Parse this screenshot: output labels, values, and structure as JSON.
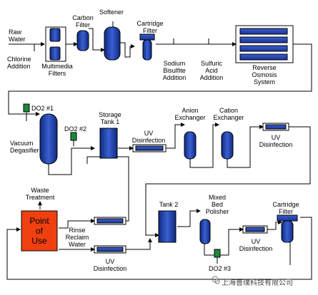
{
  "labels": {
    "raw_water": "Raw\nWater",
    "chlorine_addition": "Chlorine\nAddition",
    "multimedia_filters": "Multimedia\nFilters",
    "carbon_filter": "Carbon\nFilter",
    "softener": "Softener",
    "cartridge_filter_top": "Cartridge\nFilter",
    "sodium_bisulfite": "Sodium\nBisulfite\nAddition",
    "sulfuric_acid": "Sulfuric\nAcid\nAddition",
    "reverse_osmosis": "Reverse\nOsmosis\nSystem",
    "do2_1": "DO2 #1",
    "do2_2": "DO2 #2",
    "vacuum_degasifier": "Vacuum\nDegasifier",
    "storage_tank_1": "Storage\nTank 1",
    "uv_disinfection_1": "UV\nDisinfection",
    "anion_exchanger": "Anion\nExchanger",
    "cation_exchanger": "Cation\nExchanger",
    "uv_disinfection_2": "UV\nDisinfection",
    "waste_treatment": "Waste\nTreatment",
    "point_of_use": "Point\nof\nUse",
    "rinse_reclaim_water": "Rinse\nReclaim\nWater",
    "uv_disinfection_3": "UV\nDisinfection",
    "tank_2": "Tank 2",
    "mixed_bed_polisher": "Mixed\nBed\nPolisher",
    "cartridge_filter_bottom": "Cartridge\nFilter",
    "uv_disinfection_4": "UV\nDisinfection",
    "do2_3": "DO2 #3"
  },
  "watermark": "上海普璞科技有限公司",
  "colors": {
    "vessel_blue": "#1f3fa0",
    "sensor_green": "#1d8a3c",
    "point_of_use_fill": "#f04010",
    "line": "#000000"
  }
}
